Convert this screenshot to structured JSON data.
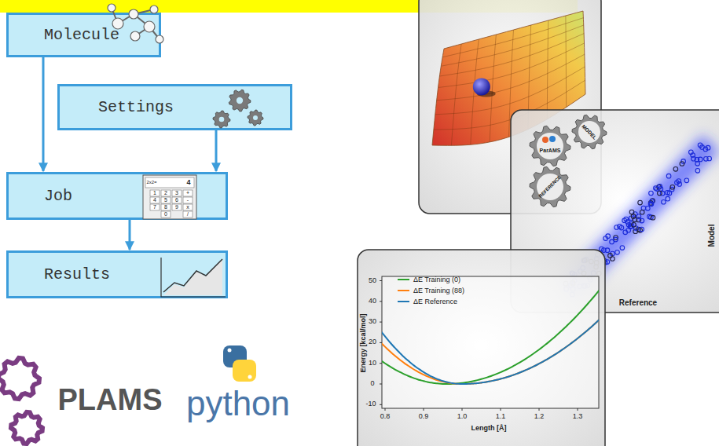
{
  "diagram": {
    "nodes": [
      {
        "text": [
          "Molecule"
        ]
      },
      {
        "text": [
          "Settings"
        ]
      },
      {
        "text": [
          "Job"
        ]
      },
      {
        "text": [
          "Results"
        ]
      }
    ],
    "edges": [
      {
        "from": 0,
        "to": 2,
        "arrow": "to"
      },
      {
        "from": 1,
        "to": 2,
        "arrow": "to"
      },
      {
        "from": 2,
        "to": 3,
        "arrow": "to"
      }
    ],
    "labels": [
      "2x2=",
      "4",
      "1",
      "2",
      "3",
      "+",
      "4",
      "5",
      "6",
      "-",
      "7",
      "8",
      "9",
      "x",
      "0",
      "/",
      "PLAMS",
      "python",
      "ParAMS",
      "MODEL",
      "REFERENCE",
      "Model",
      "Reference",
      "50",
      "40",
      "30",
      "20",
      "10",
      "0",
      "-10",
      "0.8",
      "0.9",
      "1.0",
      "1.1",
      "1.2",
      "1.3",
      "Energy [kcal/mol]",
      "Length [Å]"
    ],
    "legend": [
      {
        "text": "ΔE Training (0)"
      },
      {
        "text": "ΔE Training (88)"
      },
      {
        "text": "ΔE Reference"
      }
    ]
  }
}
